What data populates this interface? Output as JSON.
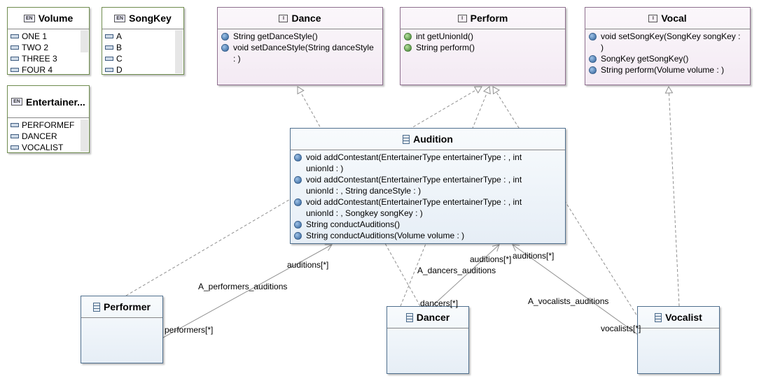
{
  "enums": {
    "volume": {
      "title": "Volume",
      "literals": [
        "ONE 1",
        "TWO 2",
        "THREE 3",
        "FOUR 4"
      ]
    },
    "songkey": {
      "title": "SongKey",
      "literals": [
        "A",
        "B",
        "C",
        "D"
      ]
    },
    "entertainer": {
      "title": "Entertainer...",
      "literals": [
        "PERFORMEF",
        "DANCER",
        "VOCALIST"
      ]
    }
  },
  "interfaces": {
    "dance": {
      "title": "Dance",
      "ops": [
        "String getDanceStyle()",
        "void setDanceStyle(String danceStyle : )"
      ]
    },
    "perform": {
      "title": "Perform",
      "ops": [
        "int getUnionId()",
        "String perform()"
      ]
    },
    "vocal": {
      "title": "Vocal",
      "ops": [
        "void setSongKey(SongKey songKey : )",
        "SongKey getSongKey()",
        "String perform(Volume volume : )"
      ]
    }
  },
  "classes": {
    "audition": {
      "title": "Audition",
      "ops": [
        "void addContestant(EntertainerType entertainerType : , int unionId : )",
        "void addContestant(EntertainerType entertainerType : , int unionId : , String danceStyle : )",
        "void addContestant(EntertainerType entertainerType : , int unionId : , Songkey songKey : )",
        "String conductAuditions()",
        "String conductAuditions(Volume volume : )"
      ]
    },
    "performer": {
      "title": "Performer"
    },
    "dancer": {
      "title": "Dancer"
    },
    "vocalist": {
      "title": "Vocalist"
    }
  },
  "labels": {
    "perf_auditions": "auditions[*]",
    "perf_assoc": "A_performers_auditions",
    "perf_role": "performers[*]",
    "dancer_auditions": "auditions[*]",
    "dancer_assoc": "A_dancers_auditions",
    "dancer_role": "dancers[*]",
    "vocal_auditions": "auditions[*]",
    "vocal_assoc": "A_vocalists_auditions",
    "vocal_role": "vocalists[*]"
  },
  "colors": {
    "enum_border": "#6f8c4f",
    "interface_border": "#8e6f8e",
    "class_border": "#4f6f8e",
    "line": "#909090"
  }
}
